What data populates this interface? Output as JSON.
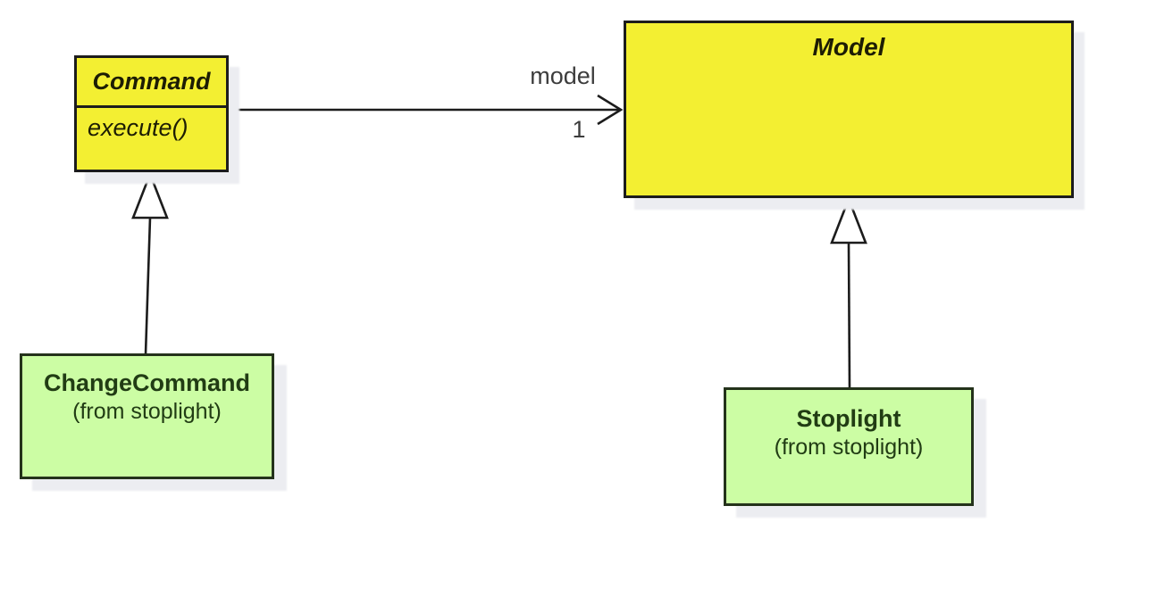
{
  "diagram": {
    "type": "uml-class-diagram",
    "background": "#ffffff",
    "colors": {
      "abstract_class_fill": "#f3ef32",
      "abstract_class_border": "#1c1c1c",
      "concrete_class_fill": "#ccfda4",
      "concrete_class_border": "#24321b",
      "concrete_class_text": "#213c14",
      "edge_label_text": "#3d3d3d",
      "connector_stroke": "#1c1c1c",
      "shadow": "#ecedf1"
    },
    "nodes": {
      "command": {
        "title": "Command",
        "abstract": true,
        "members": [
          "execute()"
        ]
      },
      "model": {
        "title": "Model",
        "abstract": true,
        "members": []
      },
      "changecommand": {
        "name": "ChangeCommand",
        "package": "(from stoplight)"
      },
      "stoplight": {
        "name": "Stoplight",
        "package": "(from stoplight)"
      }
    },
    "edges": {
      "association_command_model": {
        "from": "Command",
        "to": "Model",
        "label": "model",
        "multiplicity": "1",
        "kind": "directed-association"
      },
      "generalization_changecommand_command": {
        "from": "ChangeCommand",
        "to": "Command",
        "kind": "generalization"
      },
      "generalization_stoplight_model": {
        "from": "Stoplight",
        "to": "Model",
        "kind": "generalization"
      }
    }
  }
}
